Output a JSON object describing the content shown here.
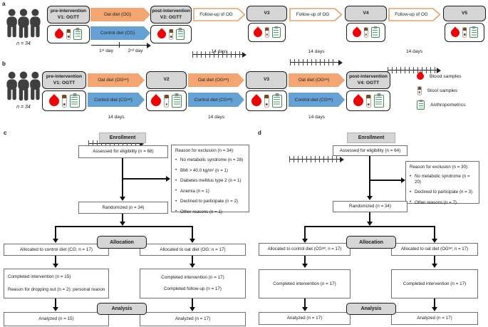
{
  "colors": {
    "oat_arrow_fill": "#F3A671",
    "control_arrow_fill": "#66A1D4",
    "followup_arrow_border": "#E9A066",
    "visit_box_gray": "#D5D5D5",
    "blood_red": "#EE0405",
    "anthropometrics_green": "#3E8E5A",
    "stool_brown": "#7A4A21",
    "people_gray": "#3F3F3F"
  },
  "panel_a": {
    "label": "a",
    "n_label": "n = 34",
    "visit1_line1": "pre-intervention",
    "visit1_line2": "V1: OGTT",
    "oat_arrow": "Oat diet (OG)",
    "control_arrow": "Control diet (CG)",
    "visit2_line1": "post-intervention",
    "visit2_line2": "V2: OGTT",
    "followup1": "Follow-up of OG",
    "visit3": "V3",
    "followup2": "Follow-up of OG",
    "visit4": "V4",
    "followup3": "Follow-up of OG",
    "visit5": "V5",
    "day1": "1ˢᵗ day",
    "day2": "2ⁿᵈ day",
    "period1": "14 days",
    "period2": "14 days",
    "period3": "14 days"
  },
  "panel_b": {
    "label": "b",
    "n_label": "n = 34",
    "visit1_line1": "pre-intervention",
    "visit1_line2": "V1: OGTT",
    "oat_arrow1": "Oat diet (OGˢʷ)",
    "control_arrow1": "Control diet (CGˢʷ)",
    "visit2": "V2",
    "oat_arrow2": "Oat diet (OGˢʷ)",
    "control_arrow2": "Control diet (CGˢʷ)",
    "visit3": "V3",
    "oat_arrow3": "Oat diet (OGˢʷ)",
    "control_arrow3": "Control diet (CGˢʷ)",
    "visit4_line1": "post-intervention",
    "visit4_line2": "V4: OGTT",
    "period1": "14 days",
    "period2": "14 days",
    "period3": "14 days"
  },
  "legend": {
    "blood": "Blood samples",
    "stool": "Stool samples",
    "anthropometrics": "Anthropometrics"
  },
  "panel_c": {
    "label": "c",
    "enrollment": "Enrollment",
    "assessed": "Assessed for eligibility (n = 68)",
    "exclusion_title": "Reason for exclusion (n = 34):",
    "exclusions": [
      "No metabolic syndrome (n = 28)",
      "BMI > 40.0 kg/m² (n = 1)",
      "Diabetes mellitus type 2 (n = 1)",
      "Anemia (n = 1)",
      "Declined to participate (n = 2)",
      "Other reasons (n = 1)"
    ],
    "randomized": "Randomized (n = 34)",
    "allocation": "Allocation",
    "alloc_control": "Allocated to control diet (CG; n = 17)",
    "alloc_oat": "Allocated to oat diet (OG; n = 17)",
    "control_completed": "Completed intervention (n = 15)",
    "control_dropout": "Reason for dropping out (n = 2): personal reason",
    "oat_completed": "Completed intervention (n = 17)",
    "oat_followup": "Completed follow-up (n = 17)",
    "analysis": "Analysis",
    "analyzed_control": "Analyzed (n = 15)",
    "analyzed_oat": "Analyzed (n = 17)"
  },
  "panel_d": {
    "label": "d",
    "enrollment": "Enrollment",
    "assessed": "Assessed for eligibility (n = 64)",
    "exclusion_title": "Reason for exclusion (n = 30):",
    "exclusions": [
      "No metabolic syndrome (n = 20)",
      "Declined to participate (n = 3)",
      "Other reasons (n = 7)"
    ],
    "randomized": "Randomized (n = 34)",
    "allocation": "Allocation",
    "alloc_control": "Allocated to control diet (CGˢʷ; n = 17)",
    "alloc_oat": "Allocated to oat diet (OGˢʷ; n = 17)",
    "control_completed": "Completed intervention (n = 17)",
    "oat_completed": "Completed intervention (n = 17)",
    "analysis": "Analysis",
    "analyzed_control": "Analyzed (n = 17)",
    "analyzed_oat": "Analyzed (n = 17)"
  }
}
